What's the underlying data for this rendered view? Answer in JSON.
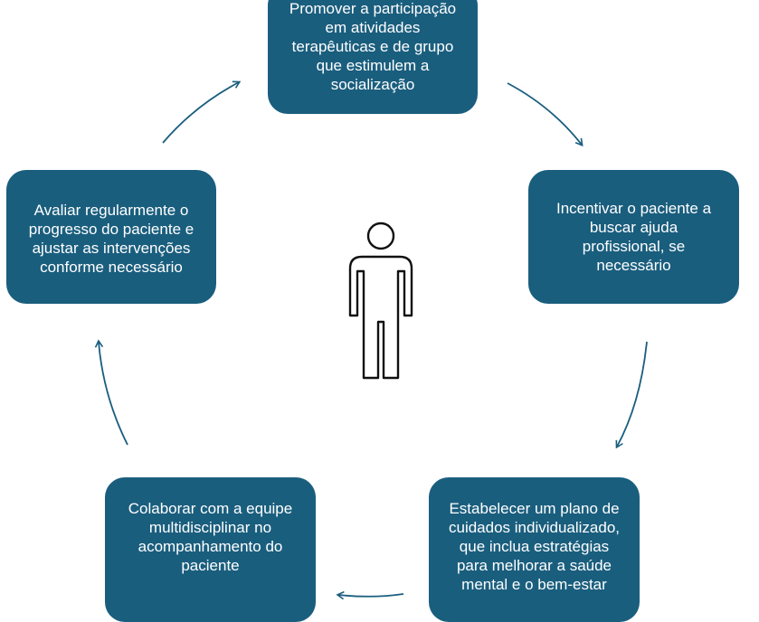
{
  "diagram": {
    "center_icon": "person-outline-icon",
    "colors": {
      "node_fill": "#1a5e7e",
      "node_text": "#ffffff",
      "arrow": "#1a5e7e",
      "icon_stroke": "#111111"
    },
    "nodes": {
      "top": "Promover a participação\nem atividades\nterapêuticas e de grupo\nque estimulem a\nsocialização",
      "right": "Incentivar o paciente a\nbuscar ajuda\nprofissional, se\nnecessário",
      "bottom_right": "Estabelecer um plano de\ncuidados individualizado,\nque inclua estratégias\npara melhorar a saúde\nmental e o bem-estar",
      "bottom_left": "Colaborar com a equipe\nmultidisciplinar no\nacompanhamento do\npaciente",
      "left": "Avaliar regularmente o\nprogresso do paciente e\najustar as intervenções\nconforme necessário"
    }
  }
}
